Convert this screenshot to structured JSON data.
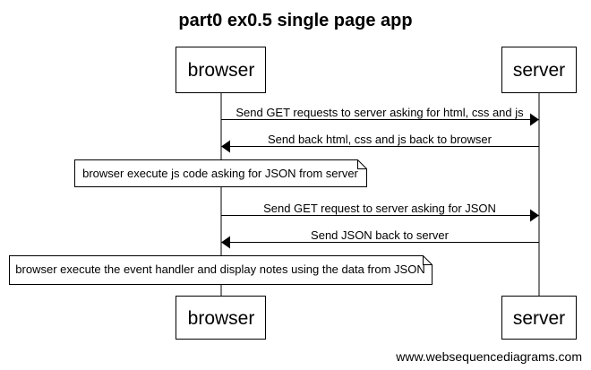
{
  "diagram": {
    "title": "part0 ex0.5 single page app",
    "footer": "www.websequencediagrams.com",
    "participants": {
      "browser": "browser",
      "server": "server"
    },
    "messages": [
      {
        "from": "browser",
        "to": "server",
        "text": "Send GET requests to server asking for html, css and js"
      },
      {
        "from": "server",
        "to": "browser",
        "text": "Send back html, css and js back to browser"
      },
      {
        "from": "browser",
        "to": "server",
        "text": "Send GET request to server asking for JSON"
      },
      {
        "from": "server",
        "to": "browser",
        "text": "Send JSON back to server"
      }
    ],
    "notes": [
      {
        "over": "browser",
        "text": "browser execute js code asking for JSON from server"
      },
      {
        "over": "browser",
        "text": "browser execute the event handler and display notes using the data from JSON"
      }
    ]
  },
  "colors": {
    "line": "#000000",
    "background": "#ffffff"
  }
}
